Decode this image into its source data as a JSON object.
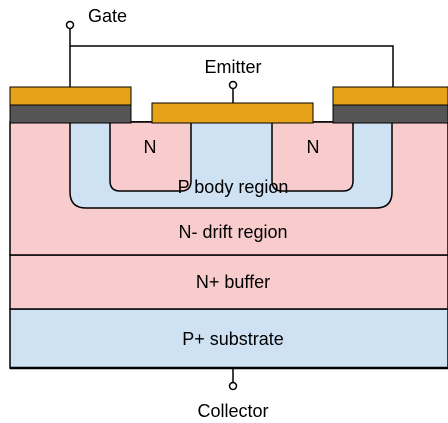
{
  "terminals": {
    "gate": "Gate",
    "emitter": "Emitter",
    "collector": "Collector"
  },
  "regions": {
    "n_left": "N",
    "n_right": "N",
    "p_body": "P body region",
    "n_drift": "N- drift region",
    "n_buffer": "N+ buffer",
    "p_substrate": "P+ substrate"
  },
  "colors": {
    "metal": "#e6a31a",
    "oxide": "#555555",
    "n_type": "#f8cccc",
    "p_type": "#cfe2f3",
    "outline": "#000000"
  }
}
